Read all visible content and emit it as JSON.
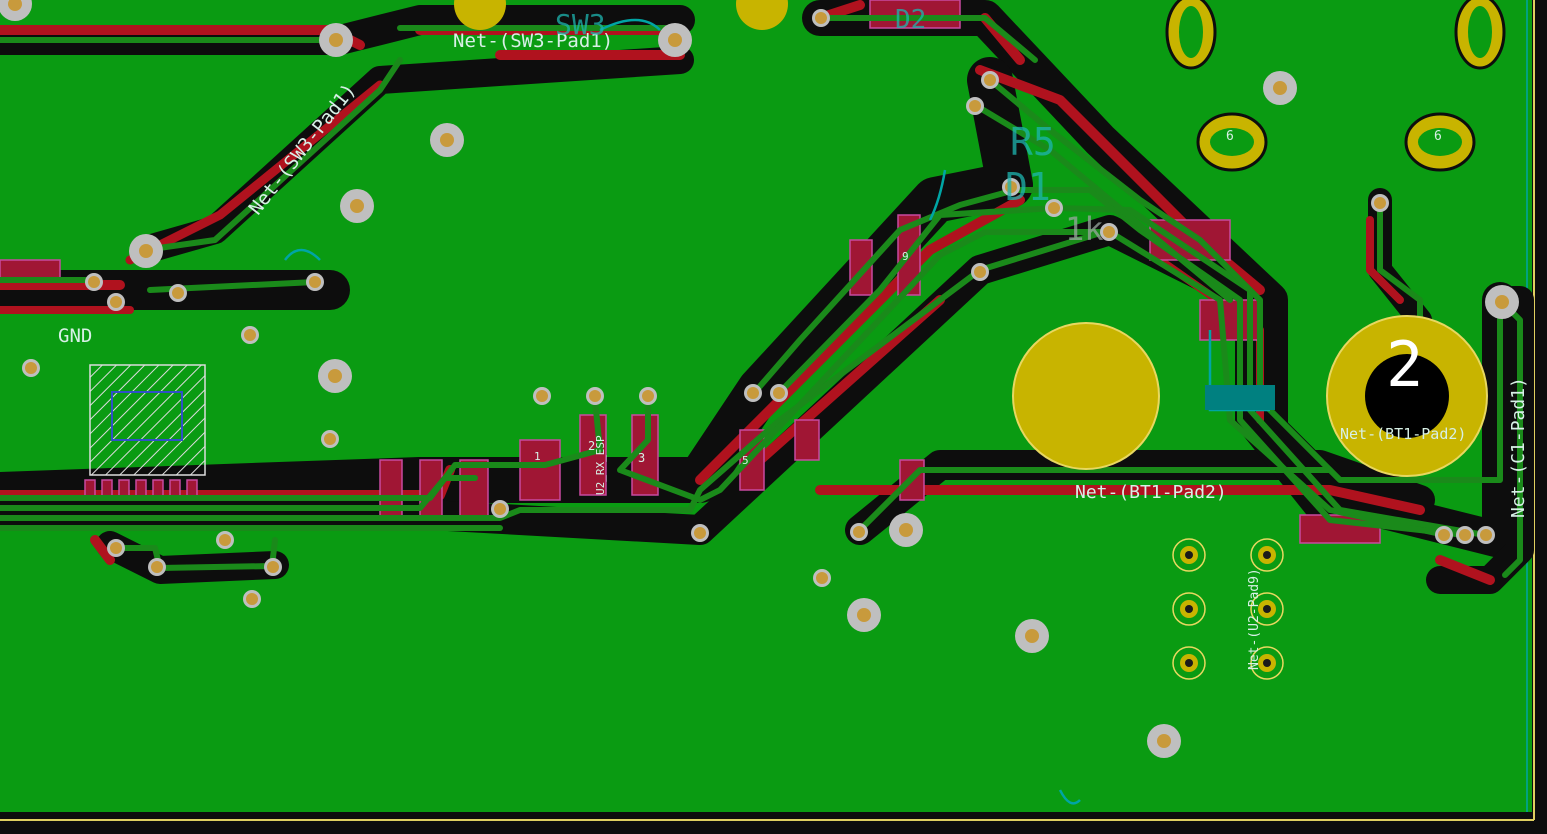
{
  "colors": {
    "background": "#0d0d0d",
    "copper_fill": "#0a9b12",
    "back_track": "#b0121e",
    "front_track": "#1a8a1a",
    "pad": "#c8b400",
    "silkscreen": "#d7f0e6",
    "via": "#bfbfbf",
    "via_hole": "#c89a3c",
    "edge_cuts": "#e0d060",
    "courtyard": "#00a5a5"
  },
  "labels": {
    "net_sw3_top": "Net-(SW3-Pad1)",
    "net_sw3_diag": "Net-(SW3-Pad1)",
    "gnd": "GND",
    "net_bt1_pad2_trace": "Net-(BT1-Pad2)",
    "net_bt1_pad2_pad": "Net-(BT1-Pad2)",
    "pad_number_2": "2",
    "net_c1_pad1": "Net-(C1-Pad1)",
    "net_u2_pad9": "Net-(U2-Pad9)",
    "sw3_ref": "SW3",
    "r5_ref": "R5",
    "d1_ref": "D1",
    "d2_ref": "D2",
    "lk_ref": "1k",
    "u2_rx_esp": "U2_RX_ESP",
    "pad_small_1": "1",
    "pad_small_2": "2",
    "pad_small_3": "3",
    "pad_small_5": "5",
    "pad_small_9": "9",
    "pad_small_6a": "6",
    "pad_small_6b": "6"
  }
}
